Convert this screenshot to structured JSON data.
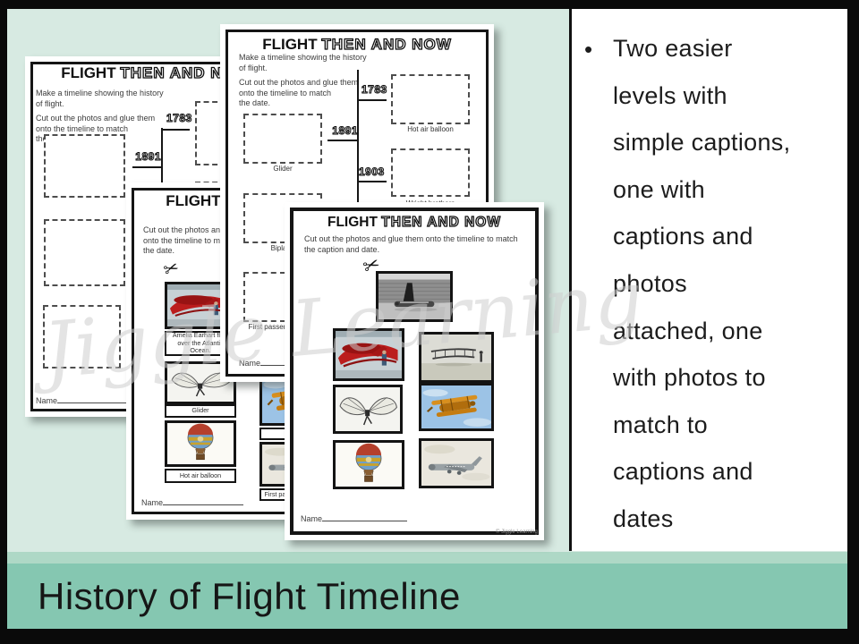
{
  "slide": {
    "title": "History of Flight Timeline",
    "bullet_glyph": "•",
    "bullet_lines": [
      "Two easier",
      "levels with",
      "simple captions,",
      "one with",
      "captions and",
      "photos",
      "attached, one",
      "with photos to",
      "match to",
      "captions and",
      "dates"
    ],
    "watermark": "Jiggle Learning",
    "colors": {
      "background": "#d7eae2",
      "strip": "#aed8c6",
      "band": "#85c7b1",
      "frame": "#0a0a0a",
      "panel": "#ffffff"
    }
  },
  "icons": {
    "scissors": "✂"
  },
  "worksheets": {
    "header_black": "FLIGHT",
    "header_outline": "THEN AND NOW",
    "name_label": "Name",
    "page1": {
      "intro": "Make a timeline showing the history\nof flight.",
      "instructions": "Cut out the photos and glue them\nonto the timeline to match\nthe date.",
      "dates": [
        "1783",
        "1891"
      ]
    },
    "page2": {
      "intro": "Make a timeline showing the history\nof flight.",
      "instructions": "Cut out the photos and glue them\nonto the timeline to match\nthe date.",
      "dates": [
        "1783",
        "1891",
        "1903"
      ],
      "left_captions": [
        "Glider",
        "Biplane",
        "First passenger plane"
      ],
      "right_captions": [
        "Hot air balloon",
        "Wright brothers"
      ]
    },
    "page3": {
      "instructions": "Cut out the photos and glue them\nonto the timeline to match\nthe date.",
      "captions": {
        "amelia": "Amelia Earhart flies over the Atlantic Ocean.",
        "glider": "Glider",
        "balloon": "Hot air balloon",
        "biplane": "Biplane",
        "passenger": "First passenger plane"
      }
    },
    "page4": {
      "instructions": "Cut out the photos and glue them onto the timeline to match\nthe caption and date.",
      "copyright": "© Jiggle Learning"
    }
  }
}
